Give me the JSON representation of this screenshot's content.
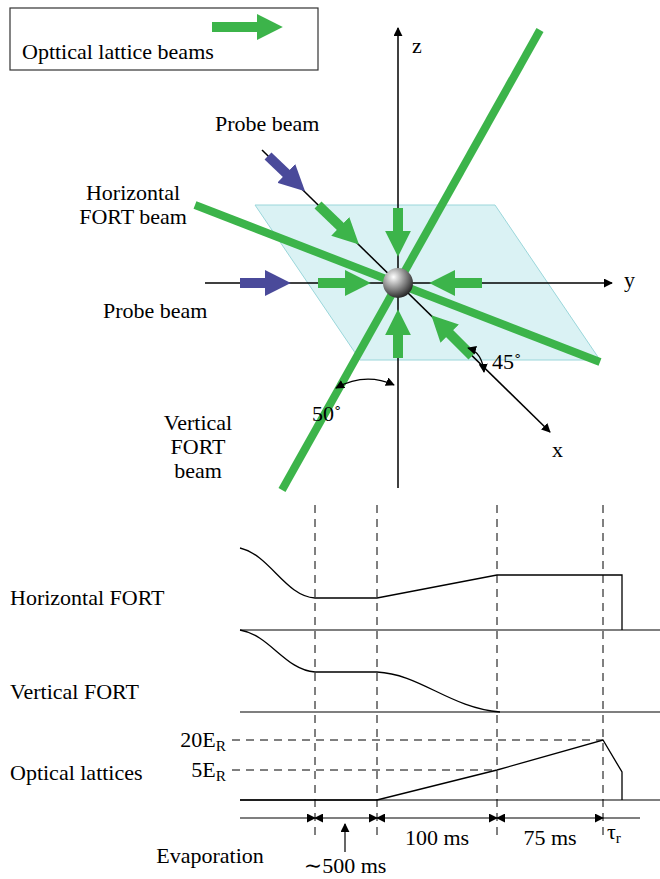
{
  "diagram": {
    "labels": [
      "z",
      "y",
      "x",
      "Probe beam",
      "Horizontal FORT beam",
      "Probe beam",
      "45˚",
      "50˚",
      "Vertical FORT beam",
      "Horizontal FORT",
      "Vertical FORT",
      "20ER",
      "5ER",
      "Optical lattices",
      "Evaporation",
      "∼500 ms",
      "100 ms",
      "75 ms",
      "τr"
    ],
    "legend": [
      {
        "text": "Opttical lattice beams"
      }
    ]
  }
}
